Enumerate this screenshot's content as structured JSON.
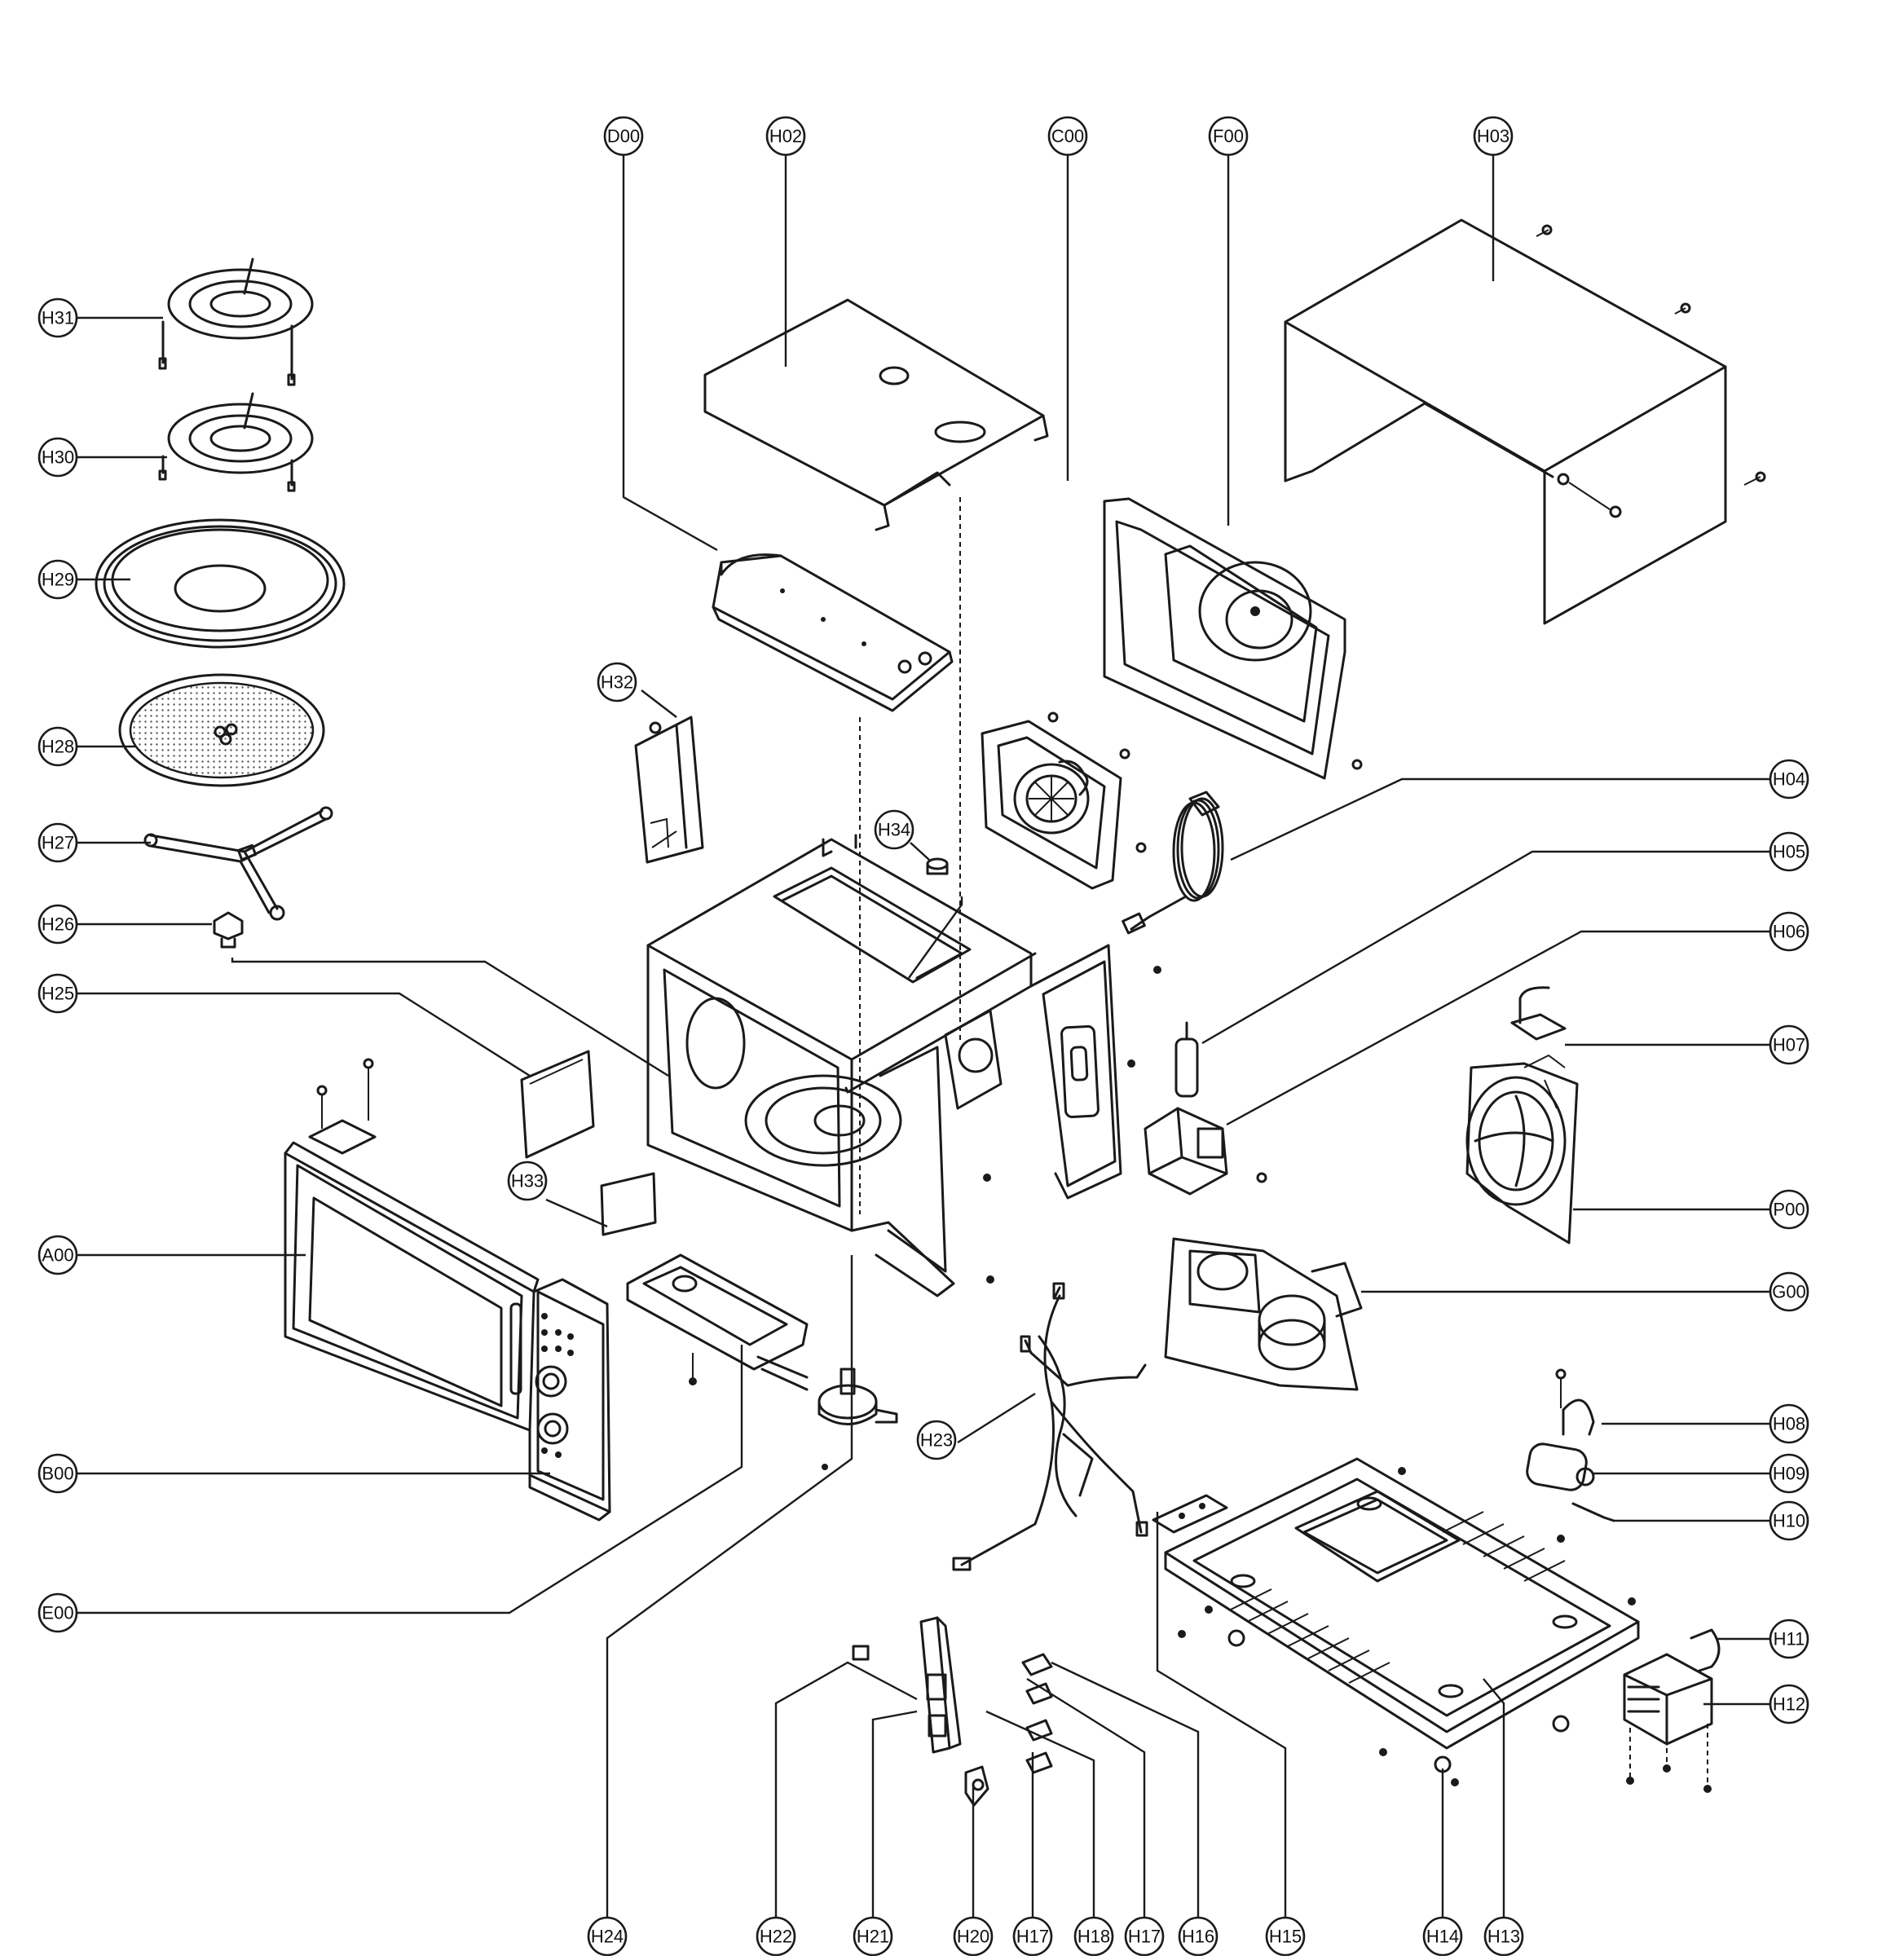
{
  "colors": {
    "line": "#1a1a1a",
    "background": "#ffffff"
  },
  "labels": {
    "D00": "D00",
    "H02": "H02",
    "C00": "C00",
    "F00": "F00",
    "H03": "H03",
    "H31": "H31",
    "H30": "H30",
    "H29": "H29",
    "H28": "H28",
    "H27": "H27",
    "H26": "H26",
    "H25": "H25",
    "A00": "A00",
    "B00": "B00",
    "E00": "E00",
    "H32": "H32",
    "H33": "H33",
    "H34": "H34",
    "H04": "H04",
    "H05": "H05",
    "H06": "H06",
    "H07": "H07",
    "P00": "P00",
    "G00": "G00",
    "H08": "H08",
    "H09": "H09",
    "H10": "H10",
    "H11": "H11",
    "H12": "H12",
    "H23": "H23",
    "H24": "H24",
    "H22": "H22",
    "H21": "H21",
    "H20": "H20",
    "H17": "H17",
    "H18": "H18",
    "H16": "H16",
    "H15": "H15",
    "H14": "H14",
    "H13": "H13"
  }
}
